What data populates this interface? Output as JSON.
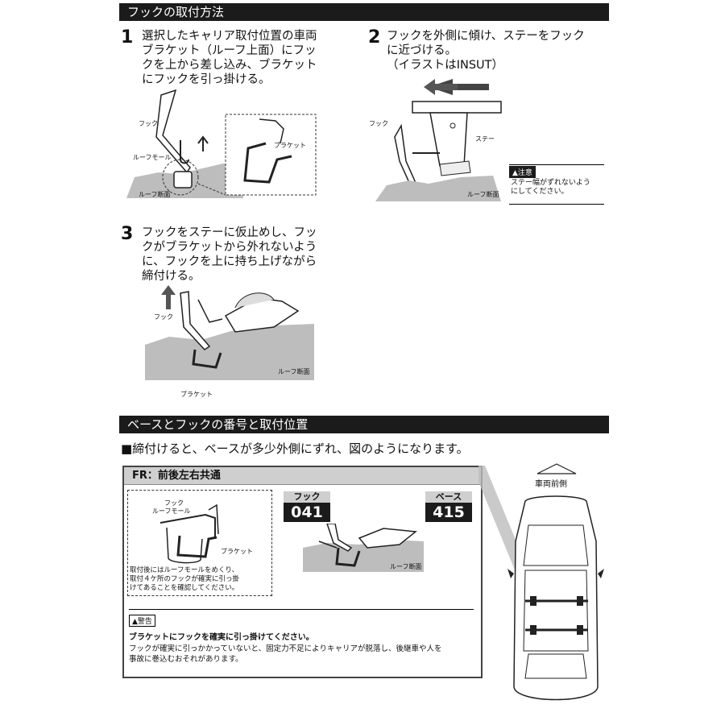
{
  "section1": {
    "title": "フックの取付方法",
    "steps": [
      {
        "num": "1",
        "text": "選択したキャリア取付位置の車両\nブラケット（ルーフ上面）にフッ\nクを上から差し込み、ブラケット\nにフックを引っ掛ける。"
      },
      {
        "num": "2",
        "text": "フックを外側に傾け、ステーをフック\nに近づける。\n（イラストはINSUT）"
      },
      {
        "num": "3",
        "text": "フックをステーに仮止めし、フッ\nクがブラケットから外れないよう\nに、フックを上に持ち上げながら\n締付ける。"
      }
    ],
    "labels": {
      "hook": "フック",
      "roof_mole": "ルーフモール",
      "roof_section": "ルーフ断面",
      "bracket": "ブラケット",
      "stay": "ステー"
    },
    "caution": {
      "title": "注意",
      "text": "ステー幅がずれないよう\nにしてください。"
    }
  },
  "section2": {
    "title": "ベースとフックの番号と取付位置",
    "intro": "■締付けると、ベースが多少外側にずれ、図のようになります。",
    "box": {
      "title": "FR：前後左右共通",
      "hook_tag": {
        "label": "フック",
        "number": "041"
      },
      "base_tag": {
        "label": "ベース",
        "number": "415"
      },
      "labels": {
        "hook": "フック",
        "roof_mole": "ルーフモール",
        "bracket": "ブラケット",
        "roof_section": "ルーフ断面"
      },
      "note": "取付後にはルーフモールをめくり、\n取付４ケ所のフックが確実に引っ掛\nけてあることを確認してください。",
      "warning": {
        "badge": "警告",
        "headline": "ブラケットにフックを確実に引っ掛けてください。",
        "text": "フックが確実に引っかかっていないと、固定力不足によりキャリアが脱落し、後継車や人を\n事故に巻込むおそれがあります。"
      }
    },
    "car_front_label": "車両前側"
  }
}
